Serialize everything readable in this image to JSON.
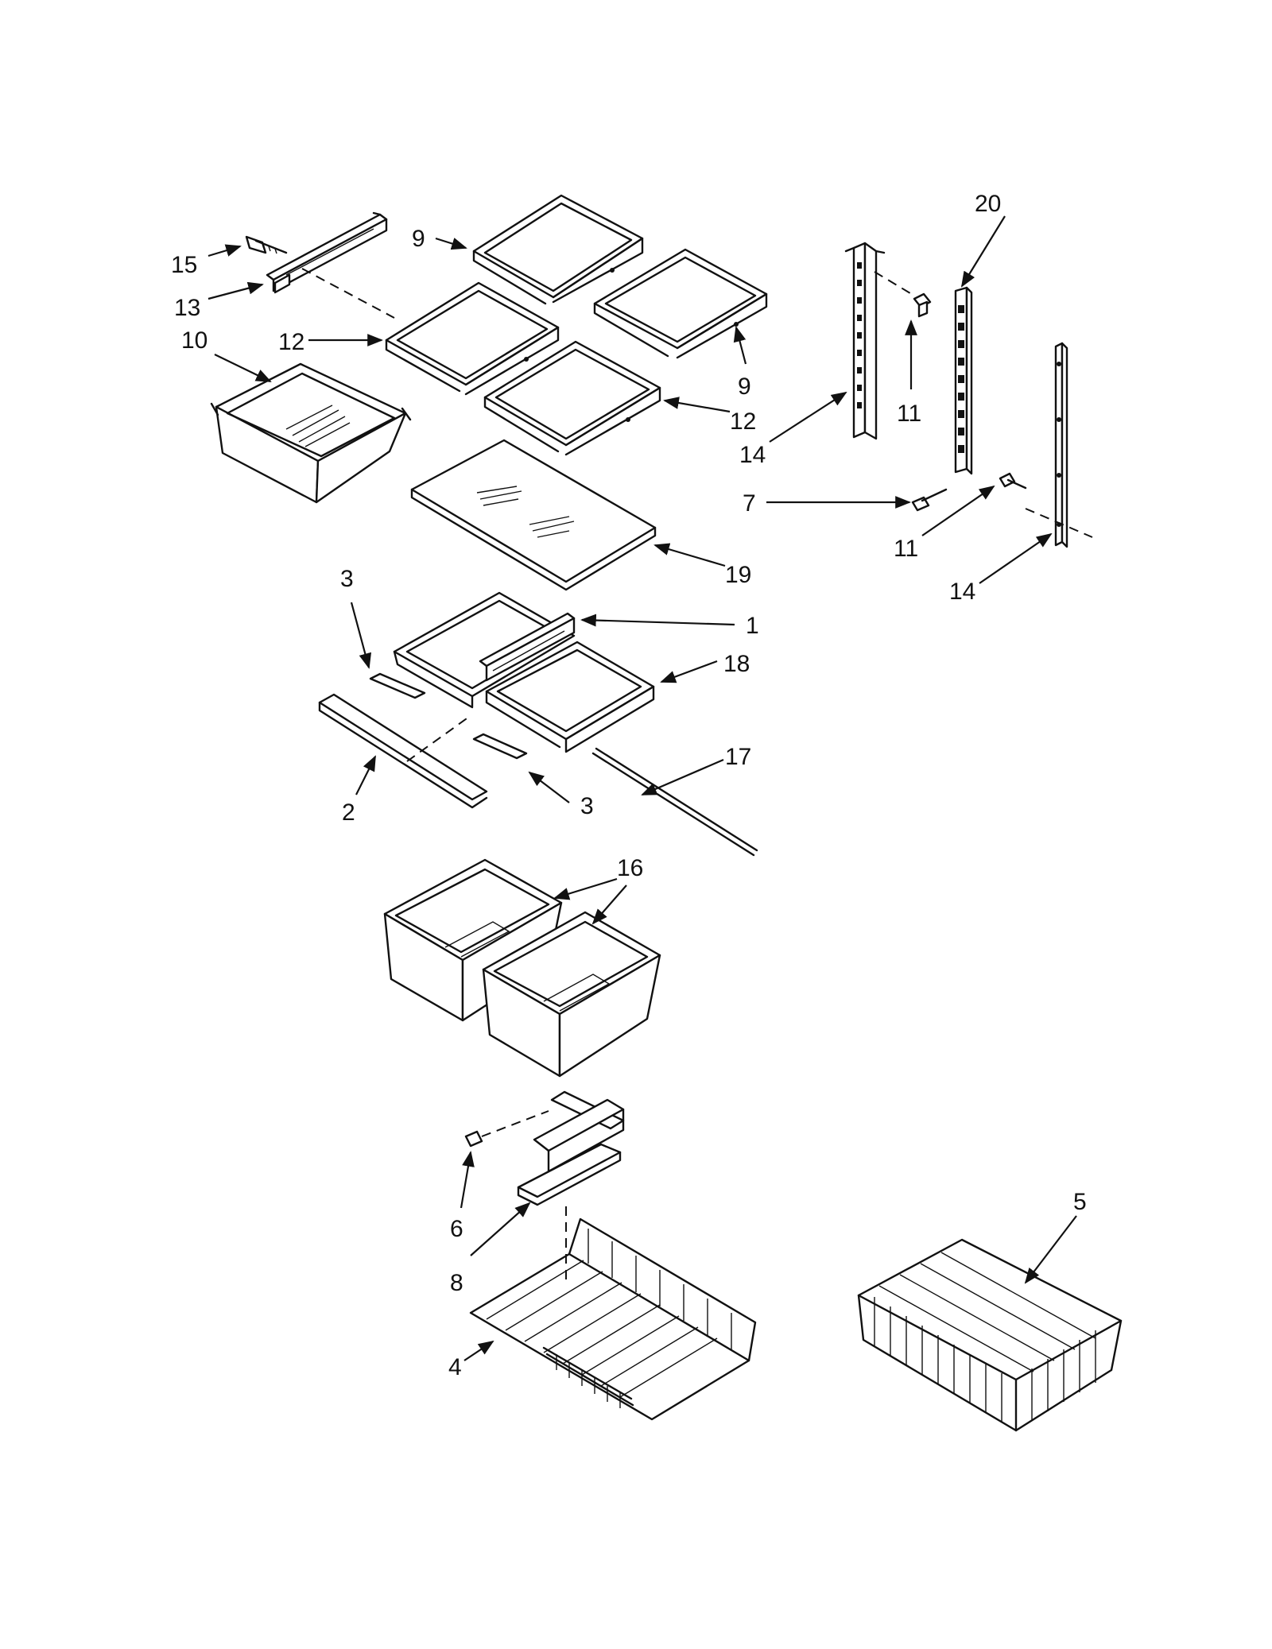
{
  "callouts": [
    {
      "id": "c15a",
      "label": "15"
    },
    {
      "id": "c13a",
      "label": "13"
    },
    {
      "id": "c10a",
      "label": "10"
    },
    {
      "id": "c9a",
      "label": "9"
    },
    {
      "id": "c12a",
      "label": "12"
    },
    {
      "id": "c9b",
      "label": "9"
    },
    {
      "id": "c12b",
      "label": "12"
    },
    {
      "id": "c20a",
      "label": "20"
    },
    {
      "id": "c11a",
      "label": "11"
    },
    {
      "id": "c14a",
      "label": "14"
    },
    {
      "id": "c7a",
      "label": "7"
    },
    {
      "id": "c11b",
      "label": "11"
    },
    {
      "id": "c14b",
      "label": "14"
    },
    {
      "id": "c19a",
      "label": "19"
    },
    {
      "id": "c3a",
      "label": "3"
    },
    {
      "id": "c1a",
      "label": "1"
    },
    {
      "id": "c18a",
      "label": "18"
    },
    {
      "id": "c17a",
      "label": "17"
    },
    {
      "id": "c2a",
      "label": "2"
    },
    {
      "id": "c3b",
      "label": "3"
    },
    {
      "id": "c16a",
      "label": "16"
    },
    {
      "id": "c5a",
      "label": "5"
    },
    {
      "id": "c6a",
      "label": "6"
    },
    {
      "id": "c8a",
      "label": "8"
    },
    {
      "id": "c4a",
      "label": "4"
    }
  ]
}
